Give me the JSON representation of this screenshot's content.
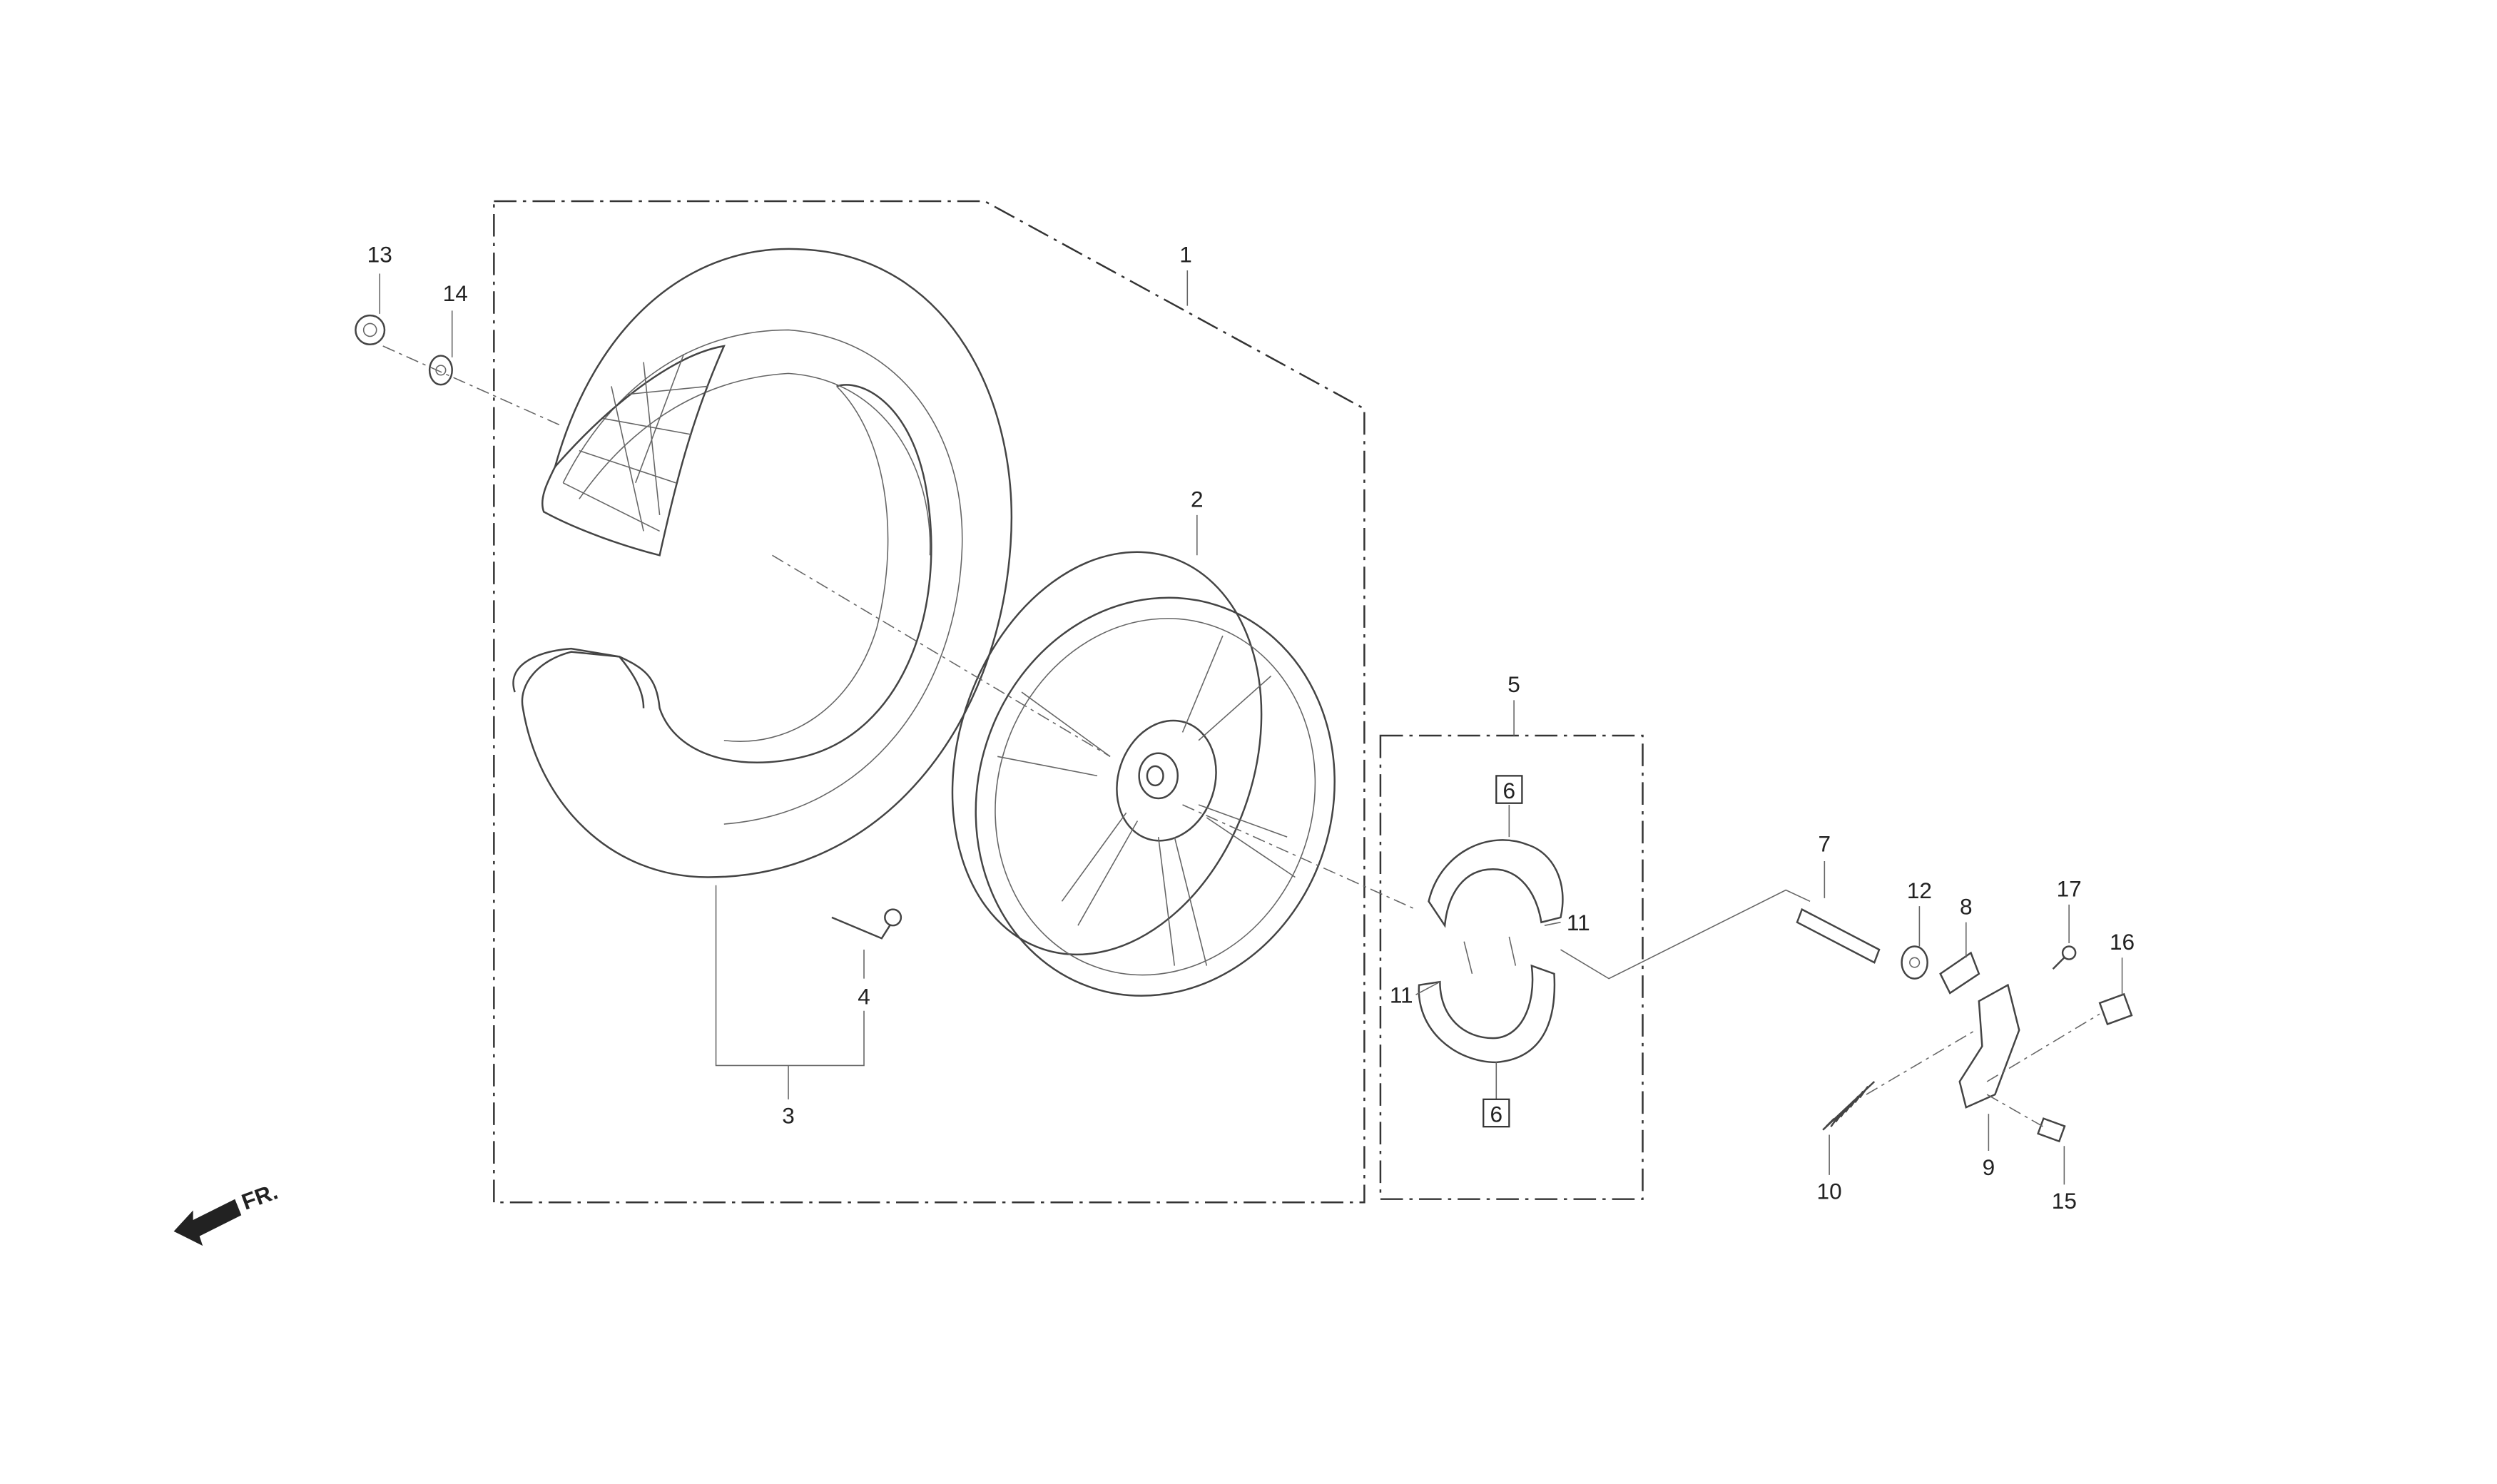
{
  "callouts": {
    "c1": "1",
    "c2": "2",
    "c3": "3",
    "c4": "4",
    "c5": "5",
    "c6a": "6",
    "c6b": "6",
    "c7": "7",
    "c8": "8",
    "c9": "9",
    "c10": "10",
    "c11a": "11",
    "c11b": "11",
    "c12": "12",
    "c13": "13",
    "c14": "14",
    "c15": "15",
    "c16": "16",
    "c17": "17"
  },
  "direction_label": "FR."
}
